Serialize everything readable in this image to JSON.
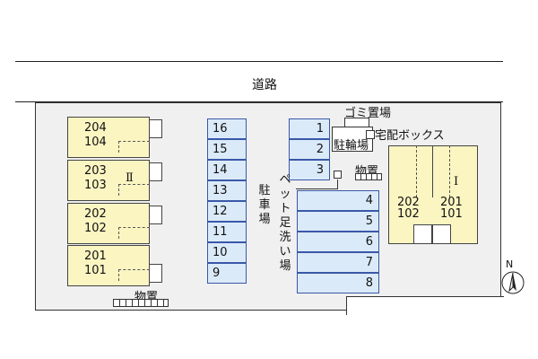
{
  "road": {
    "label": "道路"
  },
  "building_left": {
    "roman": "Ⅱ",
    "units": [
      {
        "upper": "204",
        "lower": "104"
      },
      {
        "upper": "203",
        "lower": "103"
      },
      {
        "upper": "202",
        "lower": "102"
      },
      {
        "upper": "201",
        "lower": "101"
      }
    ],
    "storage_label": "物置"
  },
  "parking": {
    "label": "駐車場",
    "column_left": [
      "16",
      "15",
      "14",
      "13",
      "12",
      "11",
      "10",
      "9"
    ],
    "column_top": [
      "1",
      "2",
      "3"
    ],
    "column_right": [
      "4",
      "5",
      "6",
      "7",
      "8"
    ]
  },
  "facilities": {
    "garbage": "ゴミ置場",
    "bicycle": "駐輪場",
    "delivery_box": "宅配ボックス",
    "storage": "物置",
    "pet_wash": "ペット足洗い場"
  },
  "building_right": {
    "roman": "Ⅰ",
    "left_unit": {
      "upper": "202",
      "lower": "102"
    },
    "right_unit": {
      "upper": "201",
      "lower": "101"
    }
  },
  "compass": {
    "label": "N"
  }
}
